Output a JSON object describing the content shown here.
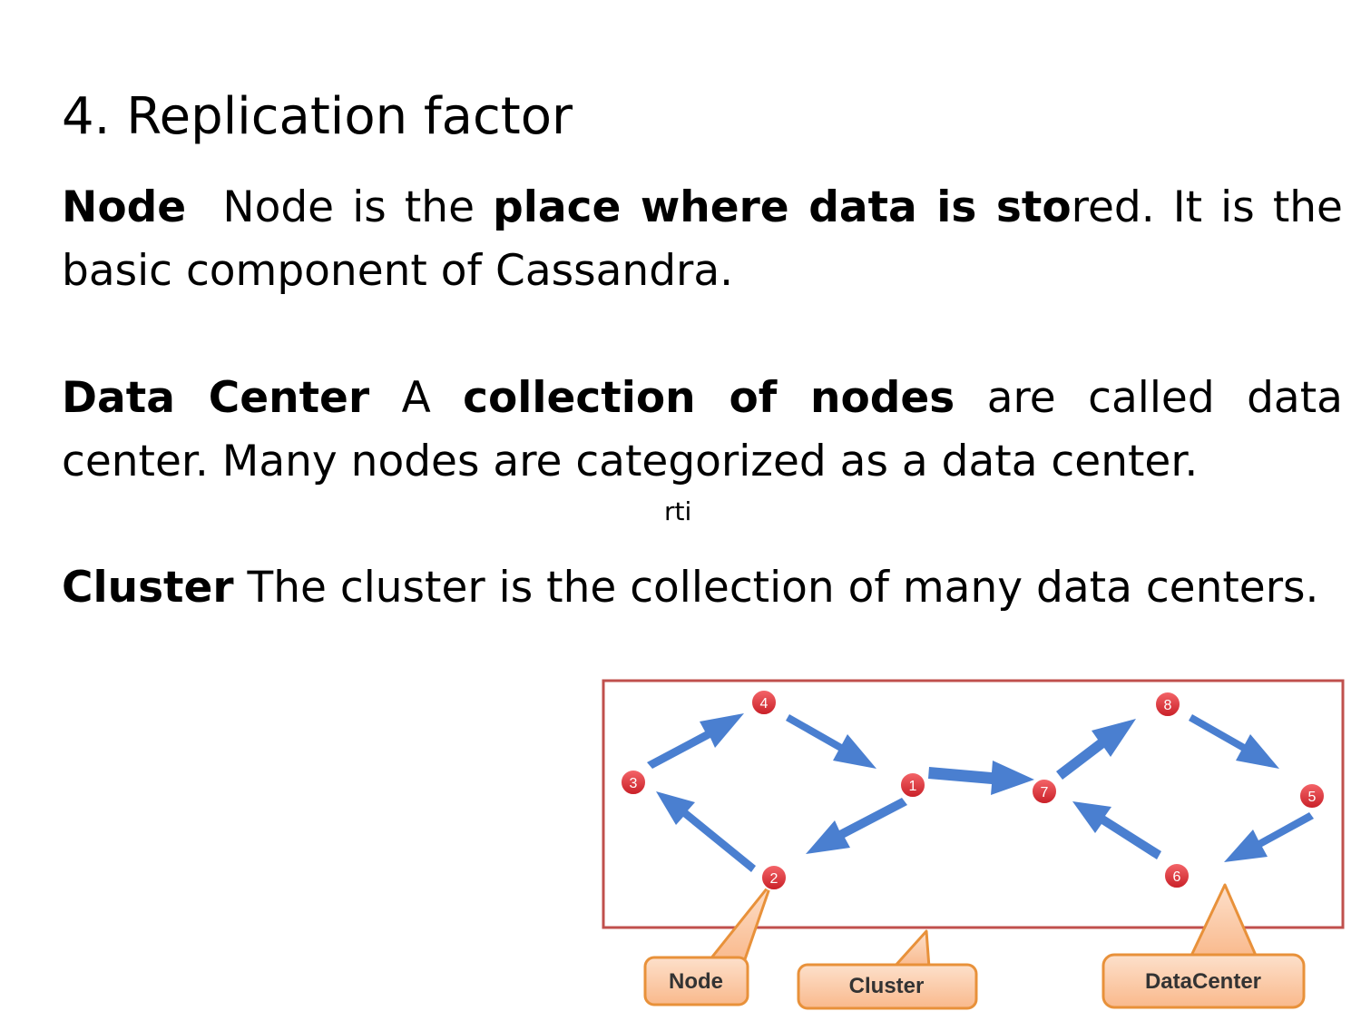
{
  "title": "4. Replication factor",
  "node_paragraph": {
    "term": "Node",
    "text1": "Node is the",
    "bold": "place where data is sto",
    "text2": "red. It is the basic component of Cassandra."
  },
  "datacenter_paragraph": {
    "term": "Data Center",
    "text1": "A",
    "bold": "collection of nodes",
    "text2": "are called data center. Many nodes are categorized as a data center."
  },
  "stray_text": "rti",
  "cluster_paragraph": {
    "term": "Cluster",
    "text": "The cluster is the collection of many data centers."
  },
  "diagram": {
    "nodes": [
      "1",
      "2",
      "3",
      "4",
      "5",
      "6",
      "7",
      "8"
    ],
    "callouts": {
      "node": "Node",
      "cluster": "Cluster",
      "datacenter": "DataCenter"
    }
  },
  "colors": {
    "frame": "#c0504d",
    "arrow": "#4a7fd0",
    "node_fill": "#e8333b",
    "callout_fill": "#fbc8a4",
    "callout_stroke": "#e8913a"
  }
}
